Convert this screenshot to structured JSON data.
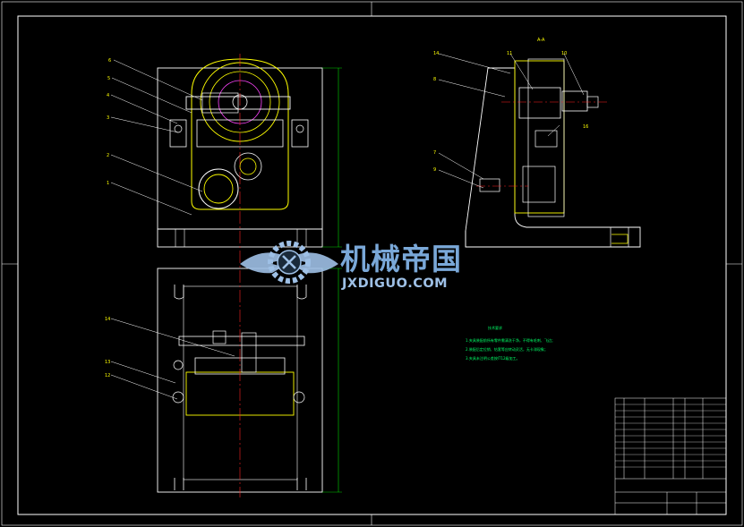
{
  "section_label": "A-A",
  "callouts": {
    "front": [
      "6",
      "5",
      "4",
      "3",
      "2",
      "1"
    ],
    "bottom": [
      "14",
      "13",
      "12"
    ],
    "side": [
      "14",
      "11",
      "10",
      "8",
      "16",
      "7",
      "9"
    ]
  },
  "notes": {
    "title": "技术要求",
    "lines": [
      "1.夹具装配前所有零件需清洗干净，不得有毛刺、飞边；",
      "2.装配后定位销、钻套等应转动灵活，无卡滞现象；",
      "3.夹具未注明公差按IT12级加工。"
    ]
  },
  "watermark": {
    "cn": "机械帝国",
    "en": "JXDIGUO.COM"
  },
  "colors": {
    "background": "#000000",
    "outline": "#ffffff",
    "part": "#ffff00",
    "center": "#ff2222",
    "dimension": "#00ff00",
    "accent": "#ff44ff",
    "watermark": "#7aa8d8"
  }
}
